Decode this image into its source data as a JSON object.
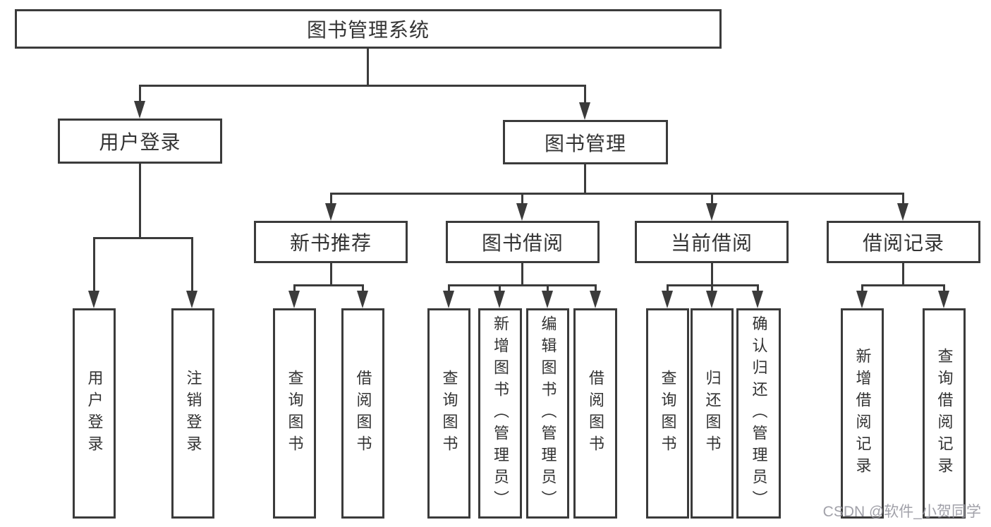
{
  "tree": {
    "root_label": "图书管理系统",
    "user_login": {
      "label": "用户登录",
      "children": [
        {
          "label": "用户登录"
        },
        {
          "label": "注销登录"
        }
      ]
    },
    "book_mgmt": {
      "label": "图书管理",
      "sections": [
        {
          "label": "新书推荐",
          "children": [
            {
              "label": "查询图书"
            },
            {
              "label": "借阅图书"
            }
          ]
        },
        {
          "label": "图书借阅",
          "children": [
            {
              "label": "查询图书"
            },
            {
              "label": "新增图书（管理员）"
            },
            {
              "label": "编辑图书（管理员）"
            },
            {
              "label": "借阅图书"
            }
          ]
        },
        {
          "label": "当前借阅",
          "children": [
            {
              "label": "查询图书"
            },
            {
              "label": "归还图书"
            },
            {
              "label": "确认归还（管理员）"
            }
          ]
        },
        {
          "label": "借阅记录",
          "children": [
            {
              "label": "新增借阅记录"
            },
            {
              "label": "查询借阅记录"
            }
          ]
        }
      ]
    }
  },
  "watermark": {
    "text": "CSDN @软件_小贺同学"
  },
  "colors": {
    "line": "#3b3b3b",
    "box_border": "#3b3b3b",
    "text": "#333333",
    "watermark": "#97979f",
    "background": "#ffffff"
  }
}
